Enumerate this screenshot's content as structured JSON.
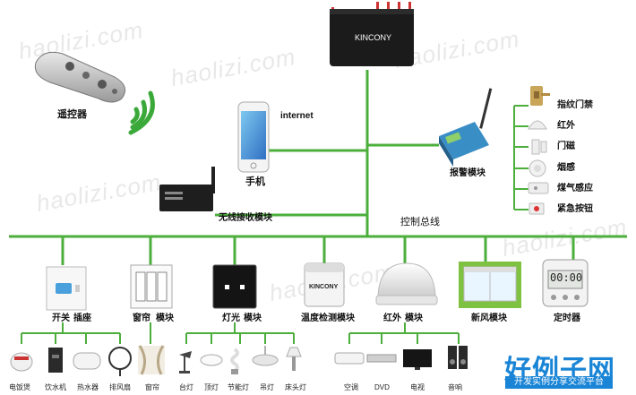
{
  "watermark": [
    "haolizi.com",
    "haolizi.com",
    "haolizi.com",
    "haolizi.com",
    "haolizi.com",
    "haolizi.com"
  ],
  "top": {
    "gateway_brand": "KINCONY",
    "remote_label": "遥控器",
    "phone_label": "手机",
    "internet_label": "internet",
    "wireless_label": "无线接收模块",
    "bus_label": "控制总线"
  },
  "alarm": {
    "title": "报警模块",
    "items": [
      "指纹门禁",
      "红外",
      "门磁",
      "烟感",
      "煤气感应",
      "紧急按钮"
    ]
  },
  "modules": {
    "switch_label": "开关",
    "socket_label": "插座",
    "curtain_label": "窗帘",
    "curtain_mod": "模块",
    "light_label": "灯光",
    "light_mod": "模块",
    "temp_label": "温度检测模块",
    "temp_brand": "KINCONY",
    "ir_label": "红外",
    "ir_mod": "模块",
    "air_label": "新风模块",
    "timer_label": "定时器",
    "timer_display": "00:00"
  },
  "devices": {
    "socket": [
      "电饭煲",
      "饮水机",
      "热水器",
      "排风扇"
    ],
    "curtain": [
      "窗帘"
    ],
    "light": [
      "台灯",
      "顶灯",
      "节能灯",
      "吊灯",
      "床头灯"
    ],
    "ir": [
      "空调",
      "DVD",
      "电视",
      "音响"
    ]
  },
  "logo": {
    "title": "好例子网",
    "subtitle": "开发实例分享交流平台"
  },
  "colors": {
    "bus": "#4caf3c",
    "logo": "#1a85d6"
  }
}
